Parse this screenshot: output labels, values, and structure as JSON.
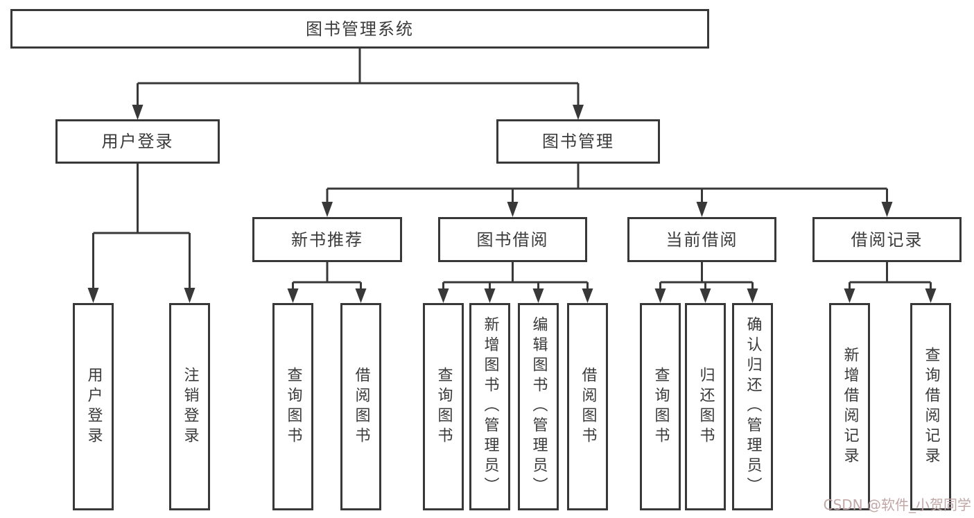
{
  "diagram": {
    "root": {
      "label": "图书管理系统"
    },
    "level2": [
      {
        "label": "用户登录"
      },
      {
        "label": "图书管理"
      }
    ],
    "level3": [
      {
        "label": "新书推荐"
      },
      {
        "label": "图书借阅"
      },
      {
        "label": "当前借阅"
      },
      {
        "label": "借阅记录"
      }
    ],
    "leaves": {
      "user_login": [
        "用户登录",
        "注销登录"
      ],
      "new_books": [
        "查询图书",
        "借阅图书"
      ],
      "borrow": [
        "查询图书",
        "新增图书（管理员）",
        "编辑图书（管理员）",
        "借阅图书"
      ],
      "current": [
        "查询图书",
        "归还图书",
        "确认归还（管理员）"
      ],
      "records": [
        "新增借阅记录",
        "查询借阅记录"
      ]
    }
  },
  "watermark": {
    "text": "CSDN @软件_小贺同学",
    "color": "#c2a7a7"
  },
  "colors": {
    "line": "#383838",
    "box_border": "#383838",
    "box_background": "#ffffff",
    "text": "#3a3a3a",
    "page_background": "#ffffff"
  }
}
